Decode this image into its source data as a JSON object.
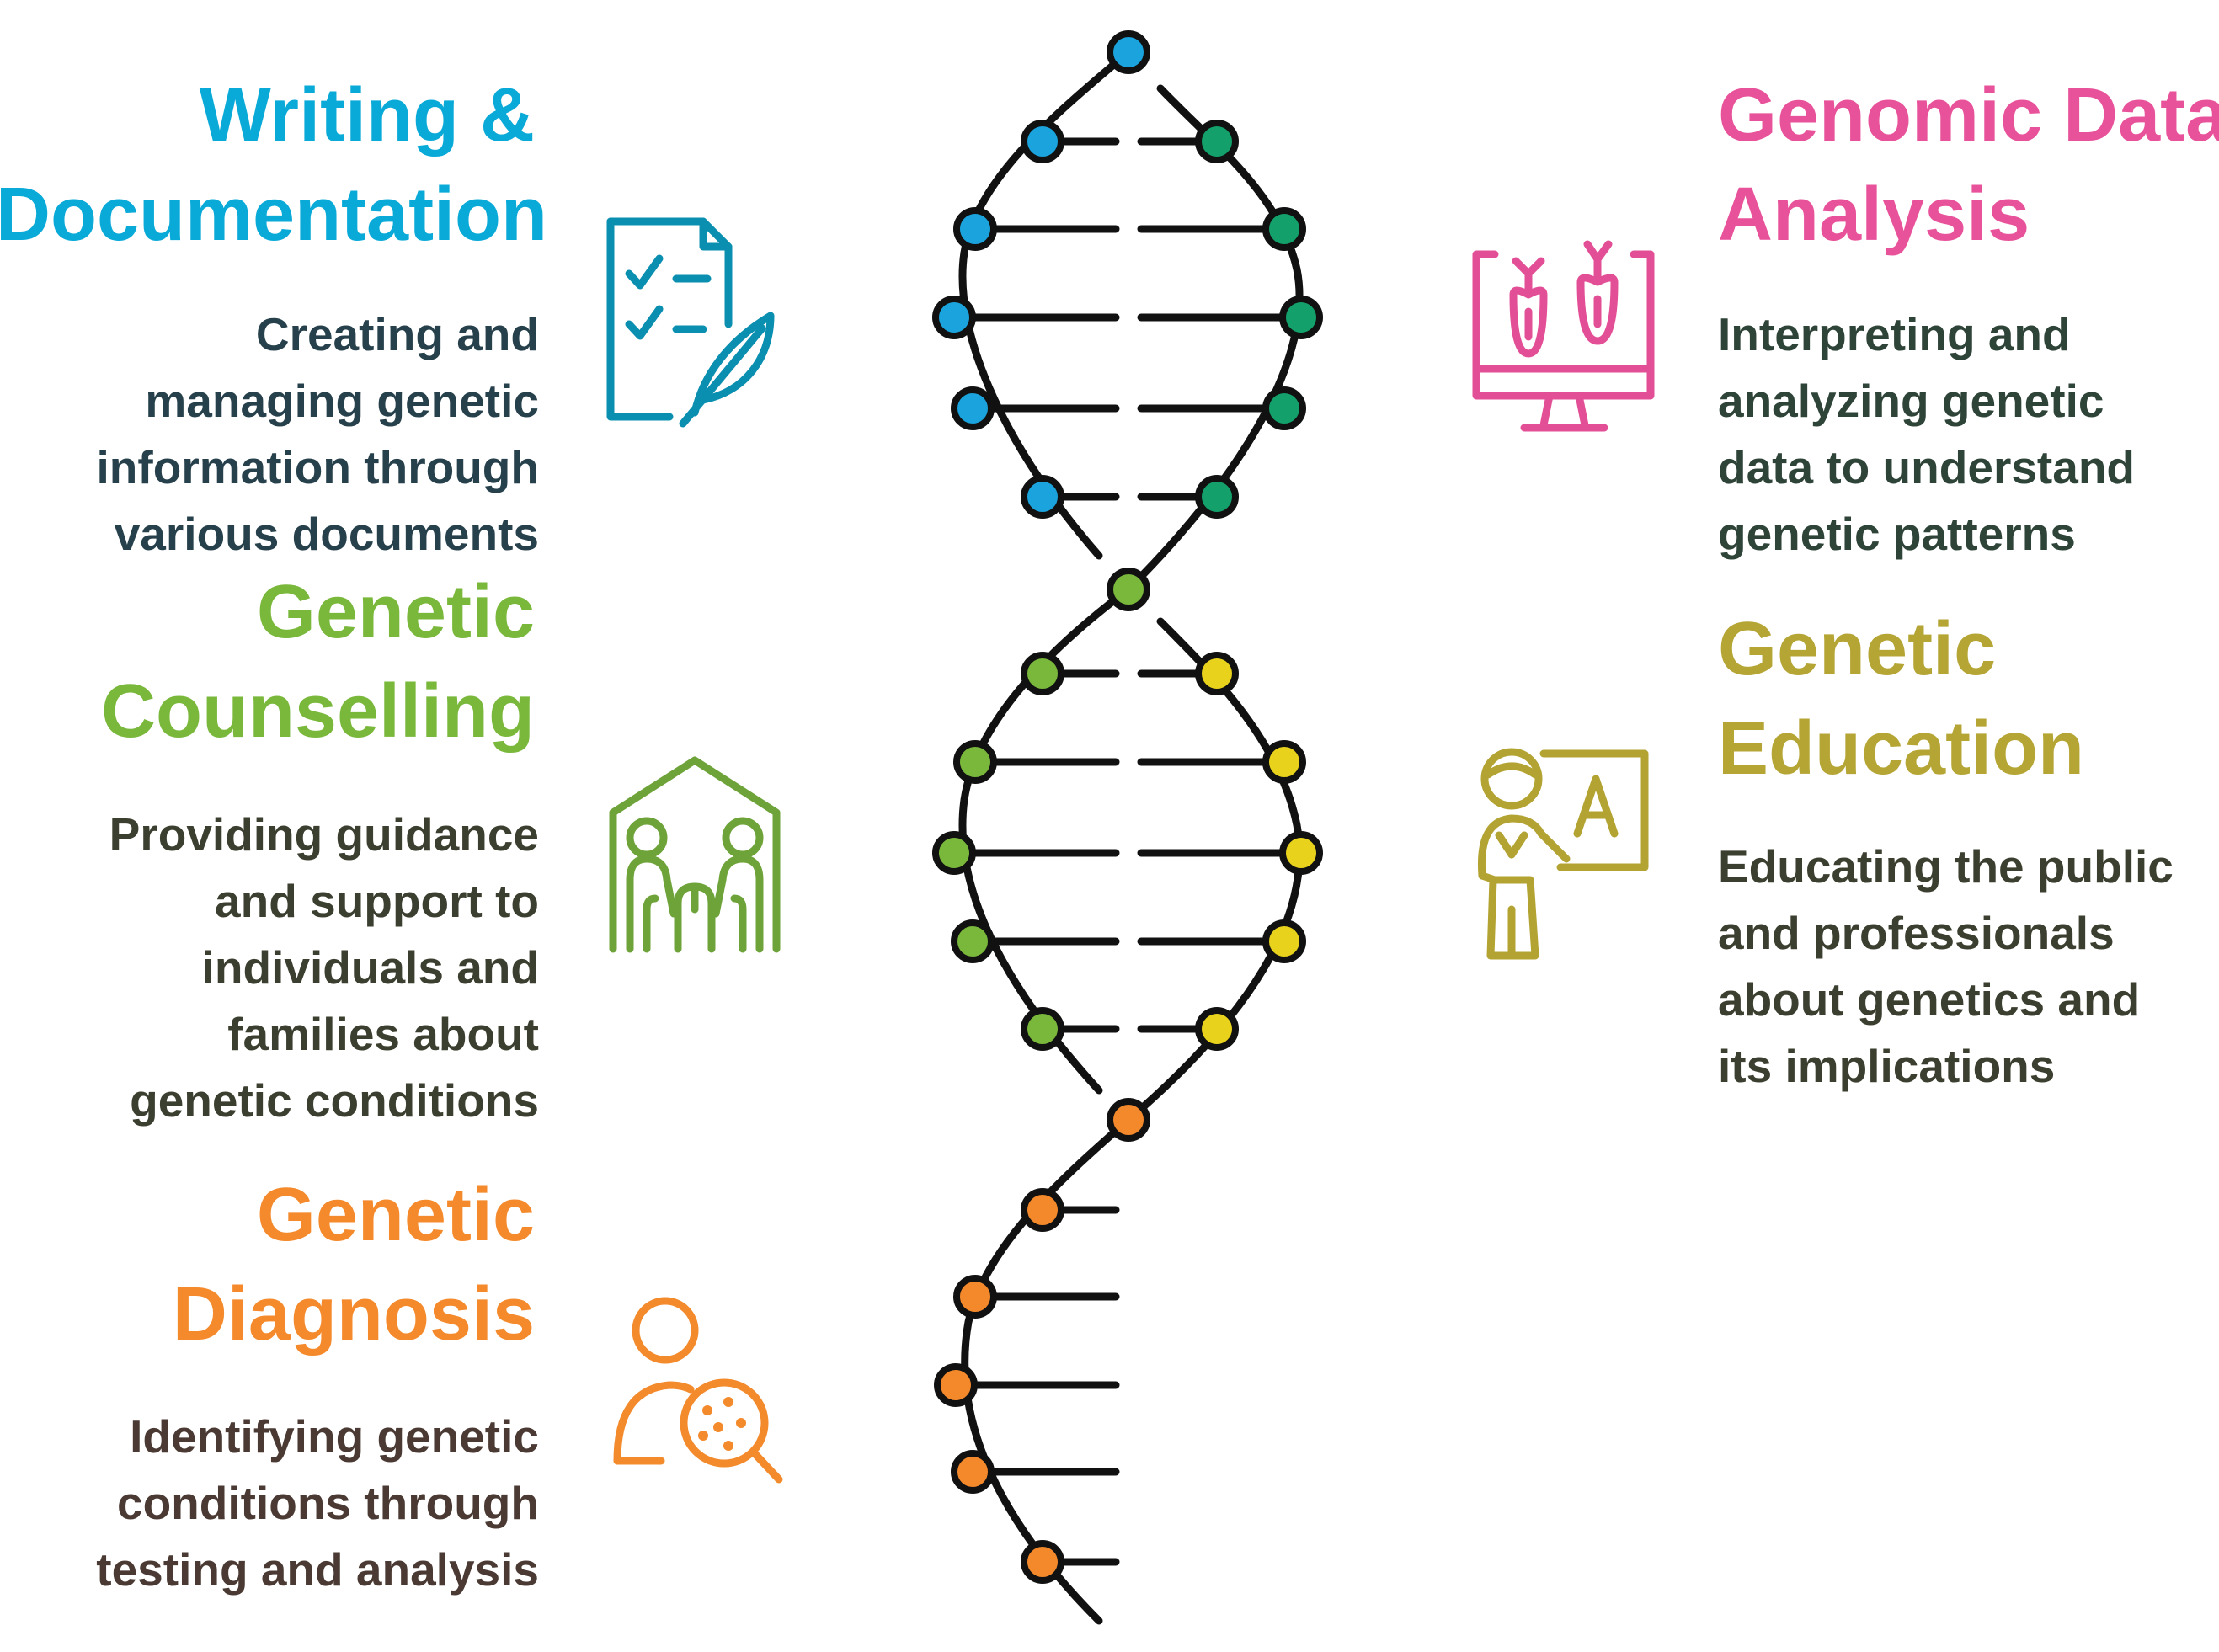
{
  "sections": {
    "writing": {
      "title_lines": [
        "Writing &",
        "Documentation"
      ],
      "desc_lines": [
        "Creating and",
        "managing genetic",
        "information through",
        "various documents"
      ],
      "title_color": "#0aaad8",
      "desc_color": "#27414c",
      "icon": "document-checklist-quill-icon"
    },
    "counselling": {
      "title_lines": [
        "Genetic",
        "Counselling"
      ],
      "desc_lines": [
        "Providing guidance",
        "and support to",
        "individuals and",
        "families about",
        "genetic conditions"
      ],
      "title_color": "#7ab83c",
      "desc_color": "#3b3f2f",
      "icon": "family-house-icon"
    },
    "diagnosis": {
      "title_lines": [
        "Genetic",
        "Diagnosis"
      ],
      "desc_lines": [
        "Identifying genetic",
        "conditions through",
        "testing and analysis"
      ],
      "title_color": "#f48a2c",
      "desc_color": "#4a3a33",
      "icon": "person-magnifier-icon"
    },
    "genomic": {
      "title_lines": [
        "Genomic Data",
        "Analysis"
      ],
      "desc_lines": [
        "Interpreting and",
        "analyzing genetic",
        "data to understand",
        "genetic patterns"
      ],
      "title_color": "#e8529a",
      "desc_color": "#2f4439",
      "icon": "monitor-chromosomes-icon"
    },
    "education": {
      "title_lines": [
        "Genetic",
        "Education"
      ],
      "desc_lines": [
        "Educating the public",
        "and professionals",
        "about genetics and",
        "its implications"
      ],
      "title_color": "#b5a535",
      "desc_color": "#3b3f2f",
      "icon": "teacher-board-icon"
    }
  },
  "dna": {
    "stroke_color": "#111111",
    "node_colors": {
      "blue": "#1aa3dc",
      "teal": "#13a06a",
      "green": "#7ab83c",
      "yellow": "#e8d21c",
      "orange": "#f4892c"
    }
  }
}
